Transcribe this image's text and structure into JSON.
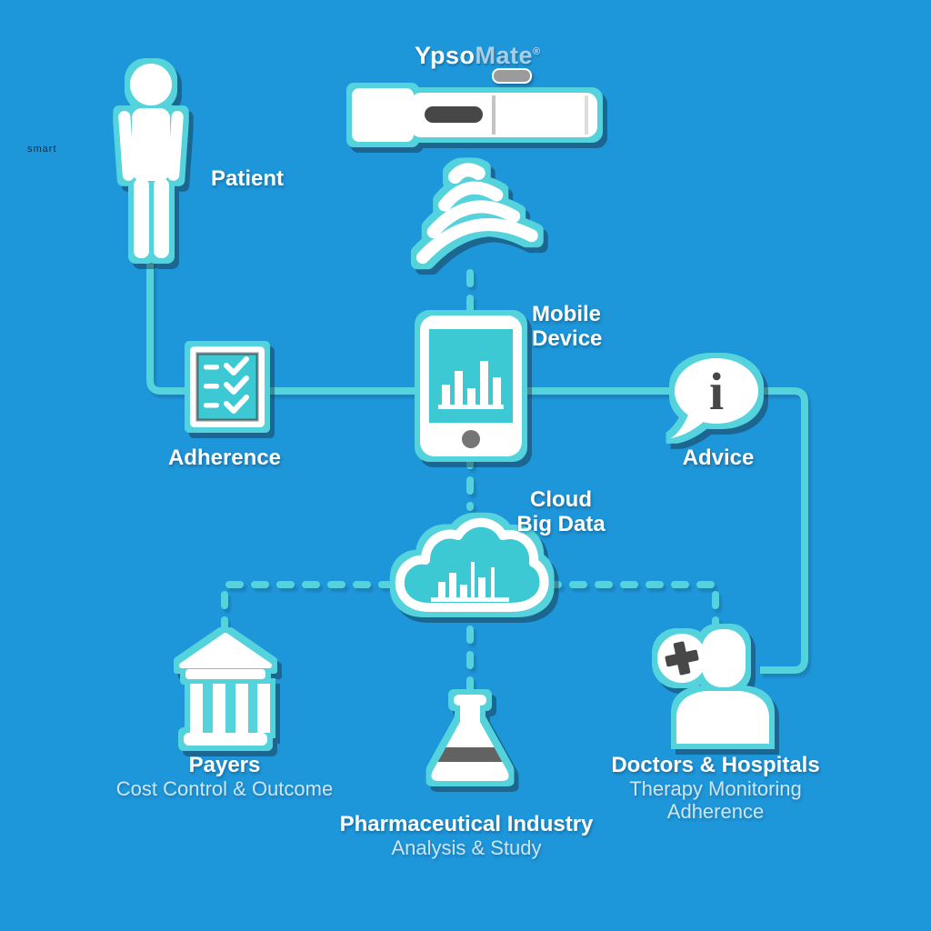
{
  "brand": {
    "logo_bold": "Ypso",
    "logo_light": "Mate",
    "registered": "®"
  },
  "ghost_text": "smart",
  "nodes": {
    "device": {
      "icon": "autoinjector-icon"
    },
    "wireless": {
      "icon": "wireless-signal-icon"
    },
    "patient": {
      "label": "Patient",
      "icon": "person-icon"
    },
    "mobile": {
      "label_line1": "Mobile",
      "label_line2": "Device",
      "icon": "smartphone-chart-icon"
    },
    "adherence": {
      "label": "Adherence",
      "icon": "checklist-icon"
    },
    "advice": {
      "label": "Advice",
      "icon": "info-speech-bubble-icon",
      "info_glyph": "i"
    },
    "cloud": {
      "label_line1": "Cloud",
      "label_line2": "Big Data",
      "icon": "cloud-data-icon"
    },
    "payers": {
      "label": "Payers",
      "sublabel": "Cost Control & Outcome",
      "icon": "bank-building-icon"
    },
    "pharma": {
      "label": "Pharmaceutical Industry",
      "sublabel": "Analysis & Study",
      "icon": "flask-icon"
    },
    "doctors": {
      "label": "Doctors & Hospitals",
      "sublabel_line1": "Therapy Monitoring",
      "sublabel_line2": "Adherence",
      "icon": "medical-person-icon"
    }
  },
  "connections": [
    {
      "from": "patient",
      "to": "mobile",
      "via": "adherence",
      "style": "solid"
    },
    {
      "from": "mobile",
      "to": "doctors",
      "via": "advice",
      "style": "solid"
    },
    {
      "from": "device",
      "to": "mobile",
      "via": "wireless",
      "style": "dashed"
    },
    {
      "from": "mobile",
      "to": "cloud",
      "style": "dashed"
    },
    {
      "from": "cloud",
      "to": "payers",
      "style": "dashed"
    },
    {
      "from": "cloud",
      "to": "pharma",
      "style": "dashed"
    },
    {
      "from": "cloud",
      "to": "doctors",
      "style": "dashed"
    }
  ],
  "colors": {
    "background": "#1E96DA",
    "accent_teal": "#55D3DD",
    "screen_cyan": "#3EC9D3",
    "icon_white": "#FFFFFF",
    "dark_detail": "#474747",
    "subtext": "rgba(255,255,255,0.78)"
  }
}
